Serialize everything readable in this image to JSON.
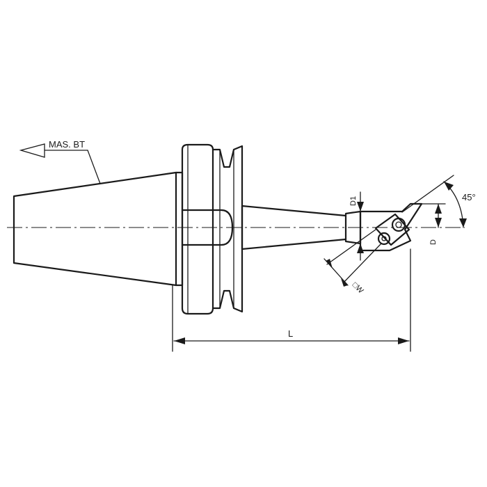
{
  "labels": {
    "taper_standard": "MAS. BT",
    "length": "L",
    "angle": "45°",
    "diameter_d1": "D1",
    "diameter_d": "D",
    "insert_width": "□W"
  }
}
